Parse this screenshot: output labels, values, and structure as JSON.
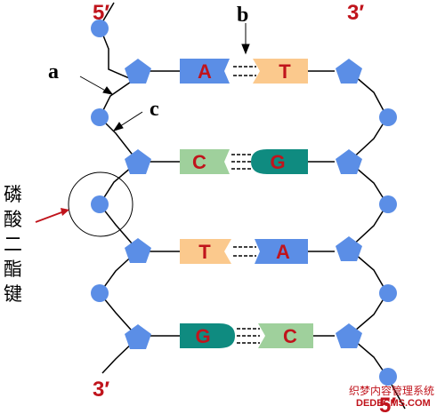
{
  "colors": {
    "phosphate": "#5b8ee6",
    "sugar": "#5b8ee6",
    "base_A": "#5b8ee6",
    "base_T": "#fbc98d",
    "base_C": "#9fd09c",
    "base_G": "#0f8b80",
    "letter": "#c0141c",
    "line": "#000000"
  },
  "strand_ends": {
    "left_top": "5′",
    "right_top": "3′",
    "left_bottom": "3′",
    "right_bottom": "5′"
  },
  "pointer_labels": {
    "a": "a",
    "b": "b",
    "c": "c"
  },
  "phosphodiester_label": [
    "磷",
    "酸",
    "二",
    "酯",
    "键"
  ],
  "base_pairs": [
    {
      "left": "A",
      "right": "T"
    },
    {
      "left": "C",
      "right": "G"
    },
    {
      "left": "T",
      "right": "A"
    },
    {
      "left": "G",
      "right": "C"
    }
  ],
  "watermark": {
    "cn": "织梦内容管理系统",
    "en": "DEDECMS.COM"
  }
}
